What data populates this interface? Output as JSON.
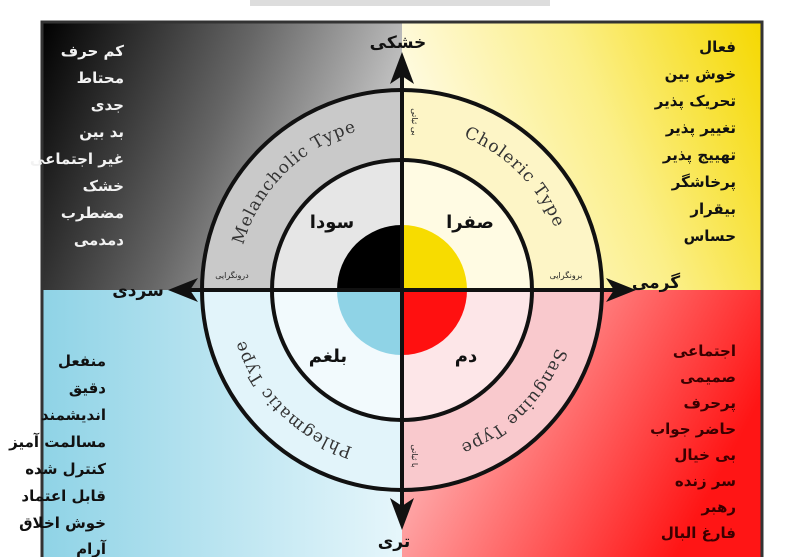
{
  "axes": {
    "top": "خشکی",
    "right": "گرمی",
    "left": "سردی",
    "bottom": "تری"
  },
  "small_labels": {
    "left": "درونگرایی",
    "right": "برونگرایی",
    "top": "بی ثباتی",
    "bottom": "با ثباتی"
  },
  "humors": {
    "top_left": "سودا",
    "top_right": "صفرا",
    "bottom_left": "بلغم",
    "bottom_right": "دم"
  },
  "types": {
    "top_left": "Melancholic Type",
    "top_right": "Choleric Type",
    "bottom_left": "Phlegmatic Type",
    "bottom_right": "Sanguine Type"
  },
  "lists": {
    "melancholic": [
      "کم حرف",
      "محتاط",
      "جدی",
      "بد بین",
      "غیر اجتماعی",
      "خشک",
      "مضطرب",
      "دمدمی"
    ],
    "choleric": [
      "فعال",
      "خوش بین",
      "تحریک پذیر",
      "تغییر پذیر",
      "تهییج پذیر",
      "پرخاشگر",
      "بیقرار",
      "حساس"
    ],
    "phlegmatic": [
      "منفعل",
      "دقیق",
      "اندیشمند",
      "مسالمت آمیز",
      "کنترل شده",
      "قابل اعتماد",
      "خوش اخلاق",
      "آرام"
    ],
    "sanguine": [
      "اجتماعی",
      "صمیمی",
      "پرحرف",
      "حاضر جواب",
      "بی خیال",
      "سر زنده",
      "رهبر",
      "فارغ البال"
    ]
  },
  "colors": {
    "melancholic": "#000000",
    "choleric": "#f7dc00",
    "phlegmatic": "#8fd3e6",
    "sanguine": "#ff1010"
  }
}
